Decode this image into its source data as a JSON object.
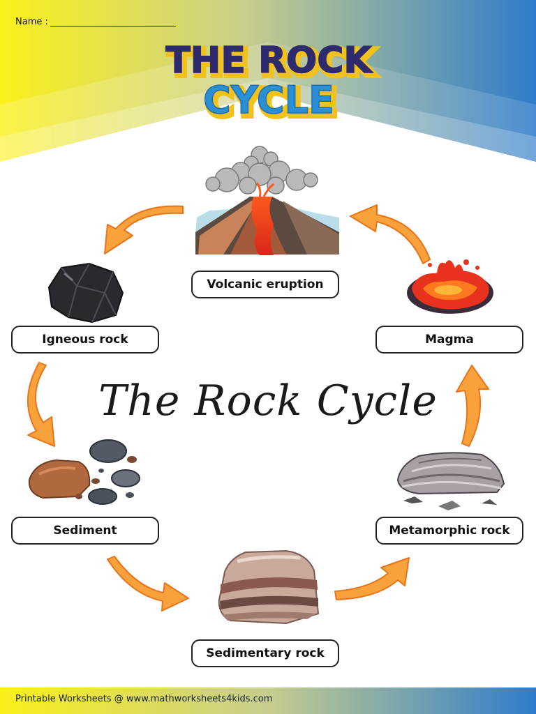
{
  "header": {
    "name_label": "Name :",
    "logo_line1": "THE ROCK",
    "logo_line2": "CYCLE"
  },
  "center_title": "The Rock Cycle",
  "stages": [
    {
      "label": "Volcanic eruption"
    },
    {
      "label": "Magma"
    },
    {
      "label": "Metamorphic rock"
    },
    {
      "label": "Sedimentary rock"
    },
    {
      "label": "Sediment"
    },
    {
      "label": "Igneous rock"
    }
  ],
  "footer": {
    "text": "Printable Worksheets @ www.mathworksheets4kids.com"
  },
  "colors": {
    "arrow_fill": "#f9a13a",
    "arrow_stroke": "#e8741c",
    "banner_yellow": "#f7ec1f",
    "banner_blue": "#3a7fc8",
    "logo_navy": "#2e2a6e",
    "logo_blue": "#2a8fd4",
    "logo_gold": "#f2c21c"
  }
}
